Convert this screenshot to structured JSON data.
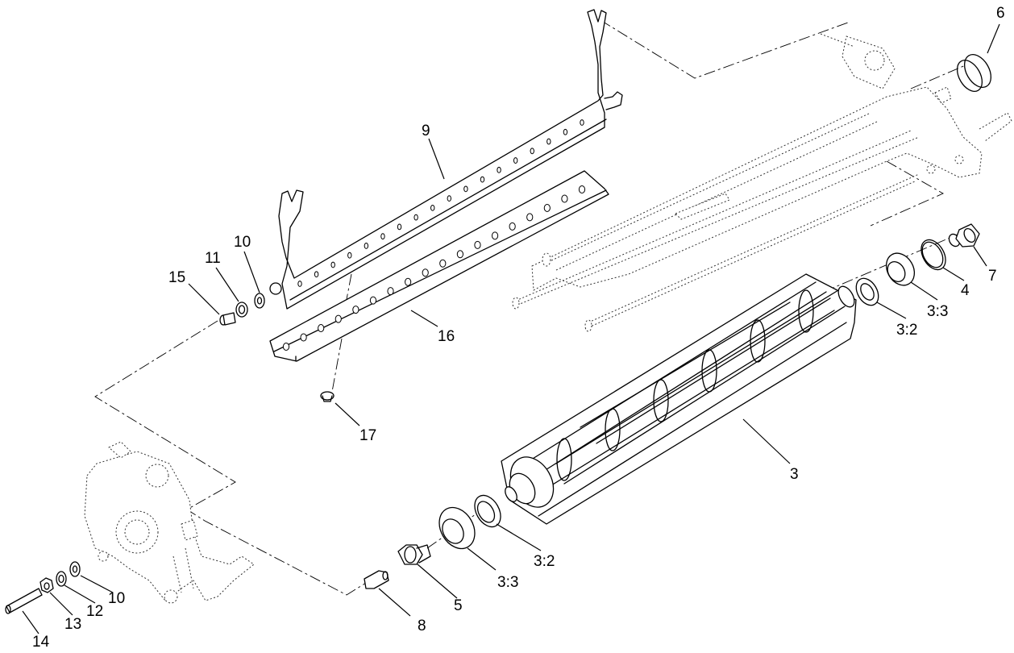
{
  "callouts": {
    "c3": "3",
    "c3_2a": "3:2",
    "c3_3a": "3:3",
    "c3_2b": "3:2",
    "c3_3b": "3:3",
    "c4": "4",
    "c5": "5",
    "c6": "6",
    "c7": "7",
    "c8": "8",
    "c9": "9",
    "c10a": "10",
    "c10b": "10",
    "c11": "11",
    "c12": "12",
    "c13": "13",
    "c14": "14",
    "c15": "15",
    "c16": "16",
    "c17": "17"
  }
}
